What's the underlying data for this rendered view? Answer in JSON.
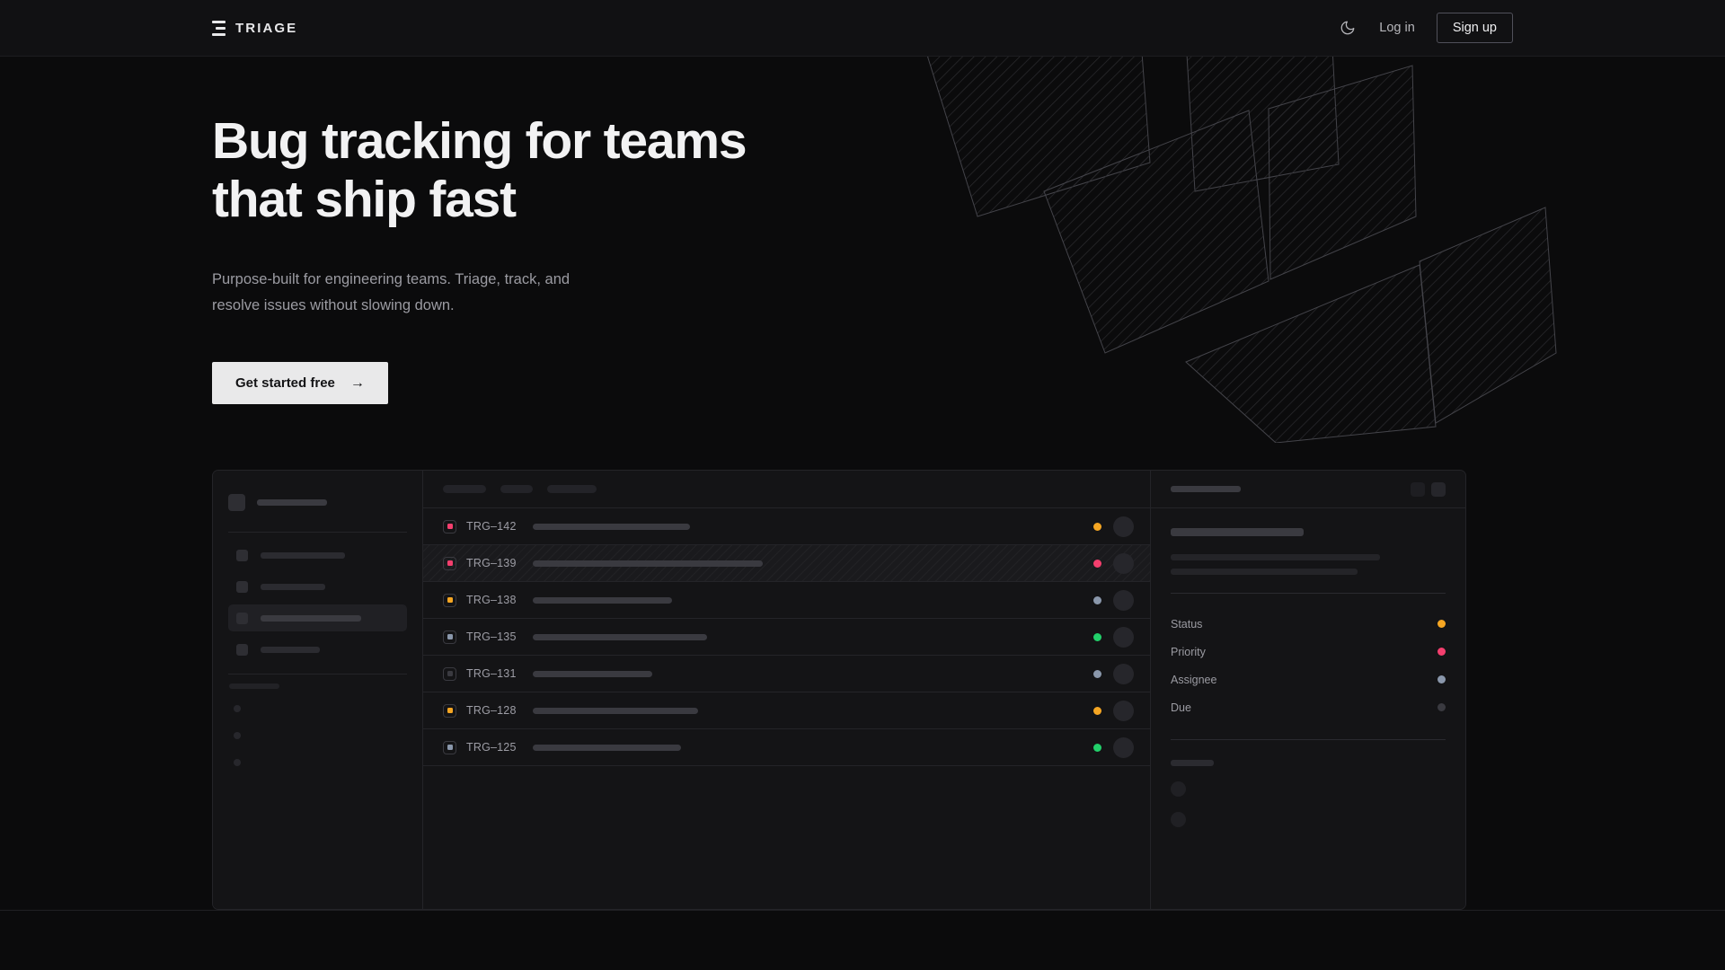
{
  "brand": {
    "name": "TRIAGE",
    "logo_icon": "triage-bars-icon"
  },
  "nav": {
    "theme_toggle_icon": "moon-icon",
    "login_label": "Log in",
    "signup_label": "Sign up"
  },
  "hero": {
    "headline": "Bug tracking for teams\nthat ship fast",
    "subhead": "Purpose-built for engineering teams. Triage, track, and\nresolve issues without slowing down.",
    "cta_label": "Get started free",
    "cta_arrow": "→"
  },
  "colors": {
    "page_bg": "#0b0b0c",
    "panel_bg": "#141416",
    "border": "#242428",
    "accent_light": "#e9e9ea",
    "status_orange": "#f5a623",
    "status_pink": "#f43f6e",
    "status_green": "#22d06a",
    "status_slate": "#8a97ab",
    "status_muted": "#3a3a40"
  },
  "mockup": {
    "sidebar": {
      "nav_items": [
        {
          "name": "nav-item-1",
          "width": 94,
          "active": false
        },
        {
          "name": "nav-item-2",
          "width": 72,
          "active": false
        },
        {
          "name": "nav-item-3",
          "width": 112,
          "active": true
        },
        {
          "name": "nav-item-4",
          "width": 66,
          "active": false
        }
      ],
      "mini_items": 3
    },
    "toolbar": {
      "tabs": [
        {
          "width": 48
        },
        {
          "width": 36
        },
        {
          "width": 55
        }
      ]
    },
    "issues": [
      {
        "id": "TRG–142",
        "priority_color": "#f43f6e",
        "title_width": 175,
        "status_color": "#f5a623",
        "selected": false
      },
      {
        "id": "TRG–139",
        "priority_color": "#f43f6e",
        "title_width": 256,
        "status_color": "#f43f6e",
        "selected": true
      },
      {
        "id": "TRG–138",
        "priority_color": "#f5a623",
        "title_width": 155,
        "status_color": "#8a97ab",
        "selected": false
      },
      {
        "id": "TRG–135",
        "priority_color": "#8a97ab",
        "title_width": 194,
        "status_color": "#22d06a",
        "selected": false
      },
      {
        "id": "TRG–131",
        "priority_color": "#3a3a40",
        "title_width": 133,
        "status_color": "#8a97ab",
        "selected": false
      },
      {
        "id": "TRG–128",
        "priority_color": "#f5a623",
        "title_width": 184,
        "status_color": "#f5a623",
        "selected": false
      },
      {
        "id": "TRG–125",
        "priority_color": "#8a97ab",
        "title_width": 165,
        "status_color": "#22d06a",
        "selected": false
      }
    ],
    "detail": {
      "title_skeleton_width": 78,
      "body_lines": [
        148,
        233,
        208
      ],
      "meta": [
        {
          "label": "Status",
          "color": "#f5a623"
        },
        {
          "label": "Priority",
          "color": "#f43f6e"
        },
        {
          "label": "Assignee",
          "color": "#8a97ab"
        },
        {
          "label": "Due",
          "color": "#3a3a40"
        }
      ],
      "activity_label_width": 48,
      "activity_avatars": 2
    }
  }
}
